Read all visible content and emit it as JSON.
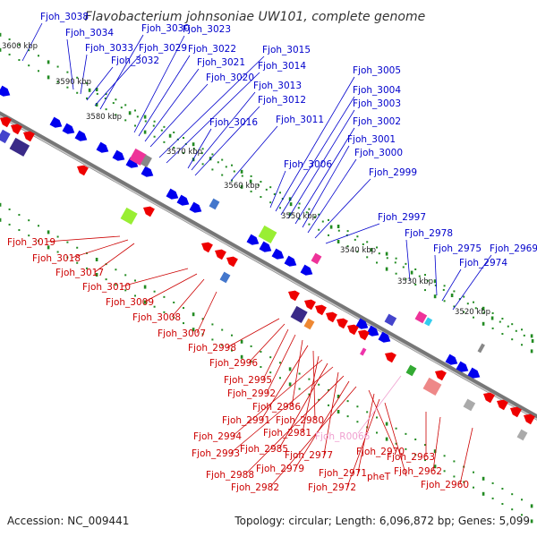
{
  "title": "Flavobacterium johnsoniae UW101, complete genome",
  "footer": {
    "accession": "Accession: NC_009441",
    "stats": "Topology: circular; Length: 6,096,872 bp; Genes: 5,099"
  },
  "colors": {
    "forward_label": "#0000cc",
    "reverse_label": "#cc0000",
    "rna_label": "#f0a0d0",
    "backbone": "#777777",
    "forward_gene": "#0000ee",
    "reverse_gene": "#ee0000",
    "tick": "#228b22"
  },
  "ticks": [
    {
      "label": "3600 kbp"
    },
    {
      "label": "3590 kbp"
    },
    {
      "label": "3580 kbp"
    },
    {
      "label": "3570 kbp"
    },
    {
      "label": "3560 kbp"
    },
    {
      "label": "3550 kbp"
    },
    {
      "label": "3540 kbp"
    },
    {
      "label": "3530 kbp"
    },
    {
      "label": "3520 kbp"
    }
  ],
  "forward_labels": [
    "Fjoh_3038",
    "Fjoh_3034",
    "Fjoh_3033",
    "Fjoh_3032",
    "Fjoh_3030",
    "Fjoh_3029",
    "Fjoh_3023",
    "Fjoh_3022",
    "Fjoh_3021",
    "Fjoh_3020",
    "Fjoh_3016",
    "Fjoh_3015",
    "Fjoh_3014",
    "Fjoh_3013",
    "Fjoh_3012",
    "Fjoh_3011",
    "Fjoh_3006",
    "Fjoh_3005",
    "Fjoh_3004",
    "Fjoh_3003",
    "Fjoh_3002",
    "Fjoh_3001",
    "Fjoh_3000",
    "Fjoh_2999",
    "Fjoh_2997",
    "Fjoh_2978",
    "Fjoh_2975",
    "Fjoh_2974",
    "Fjoh_2969"
  ],
  "reverse_labels": [
    "Fjoh_3019",
    "Fjoh_3018",
    "Fjoh_3017",
    "Fjoh_3010",
    "Fjoh_3009",
    "Fjoh_3008",
    "Fjoh_3007",
    "Fjoh_2998",
    "Fjoh_2996",
    "Fjoh_2995",
    "Fjoh_2992",
    "Fjoh_2986",
    "Fjoh_2991",
    "Fjoh_2980",
    "Fjoh_2981",
    "Fjoh_2994",
    "Fjoh_2985",
    "Fjoh_2993",
    "Fjoh_2977",
    "Fjoh_2988",
    "Fjoh_2979",
    "Fjoh_2982",
    "Fjoh_2970",
    "Fjoh_2971",
    "Fjoh_2972",
    "pheT",
    "Fjoh_2963",
    "Fjoh_2962",
    "Fjoh_2960"
  ],
  "rna_labels": [
    "Fjoh_R0066"
  ]
}
